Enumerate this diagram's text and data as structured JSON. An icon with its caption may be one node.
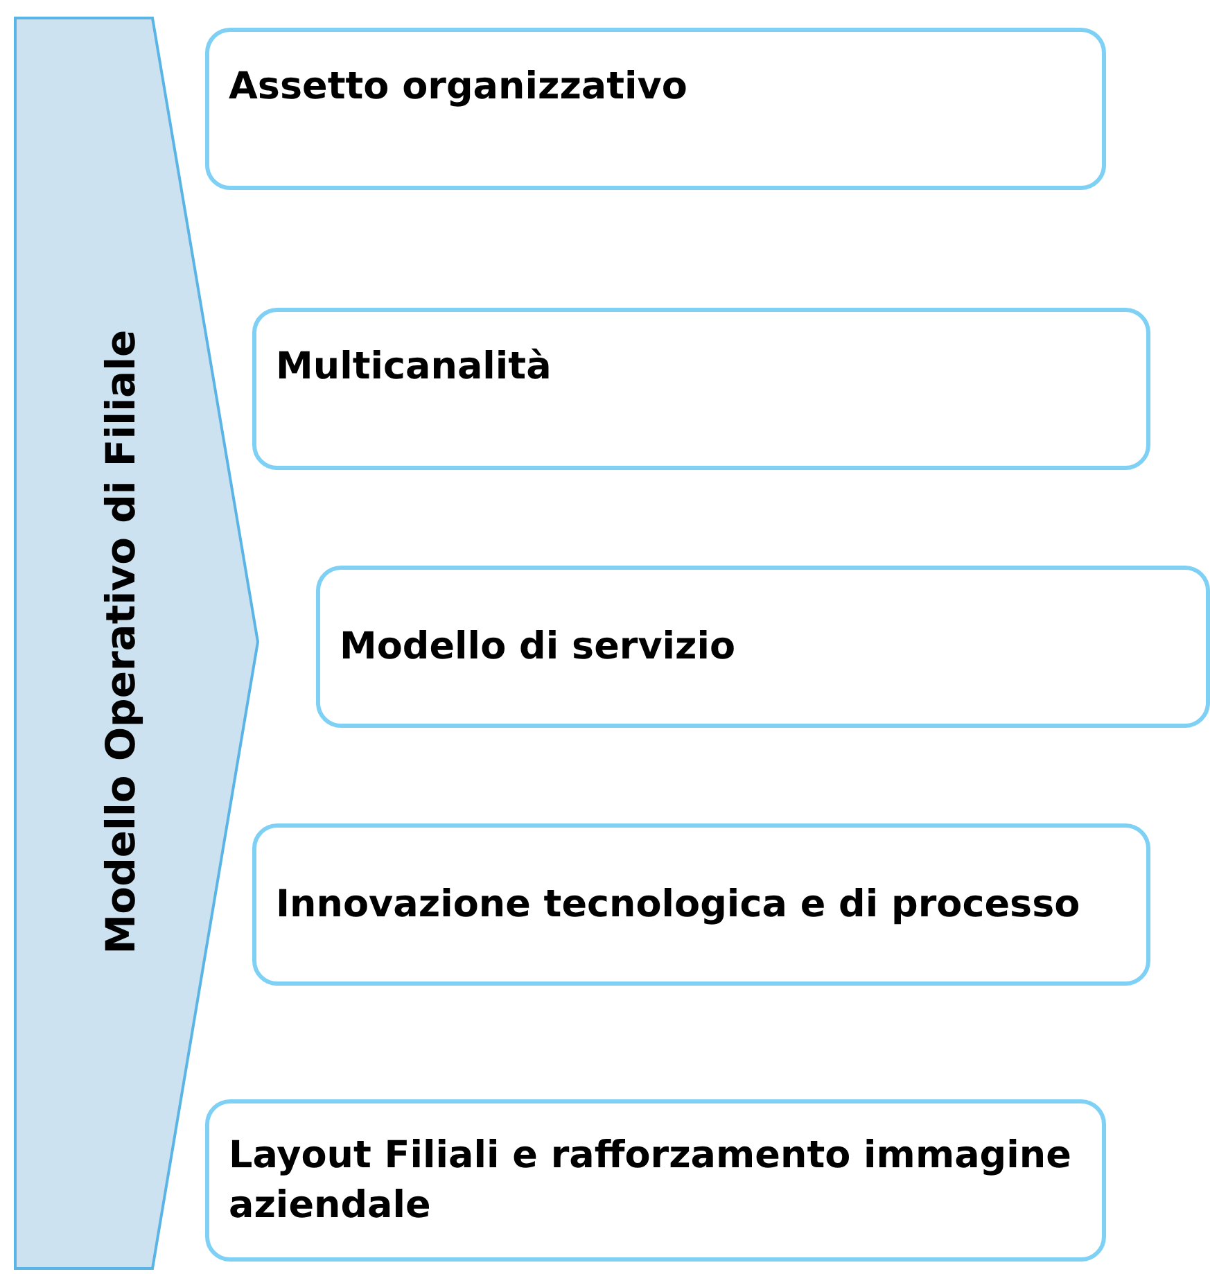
{
  "diagram": {
    "nodes": [
      {
        "text": [
          "Modello Operativo di Filiale"
        ]
      },
      {
        "text": [
          "Assetto organizzativo"
        ]
      },
      {
        "text": [
          "Multicanalità"
        ]
      },
      {
        "text": [
          "Modello di servizio"
        ]
      },
      {
        "text": [
          "Innovazione tecnologica e di processo"
        ]
      },
      {
        "text": [
          "Layout Filiali e rafforzamento immagine aziendale"
        ]
      }
    ]
  }
}
